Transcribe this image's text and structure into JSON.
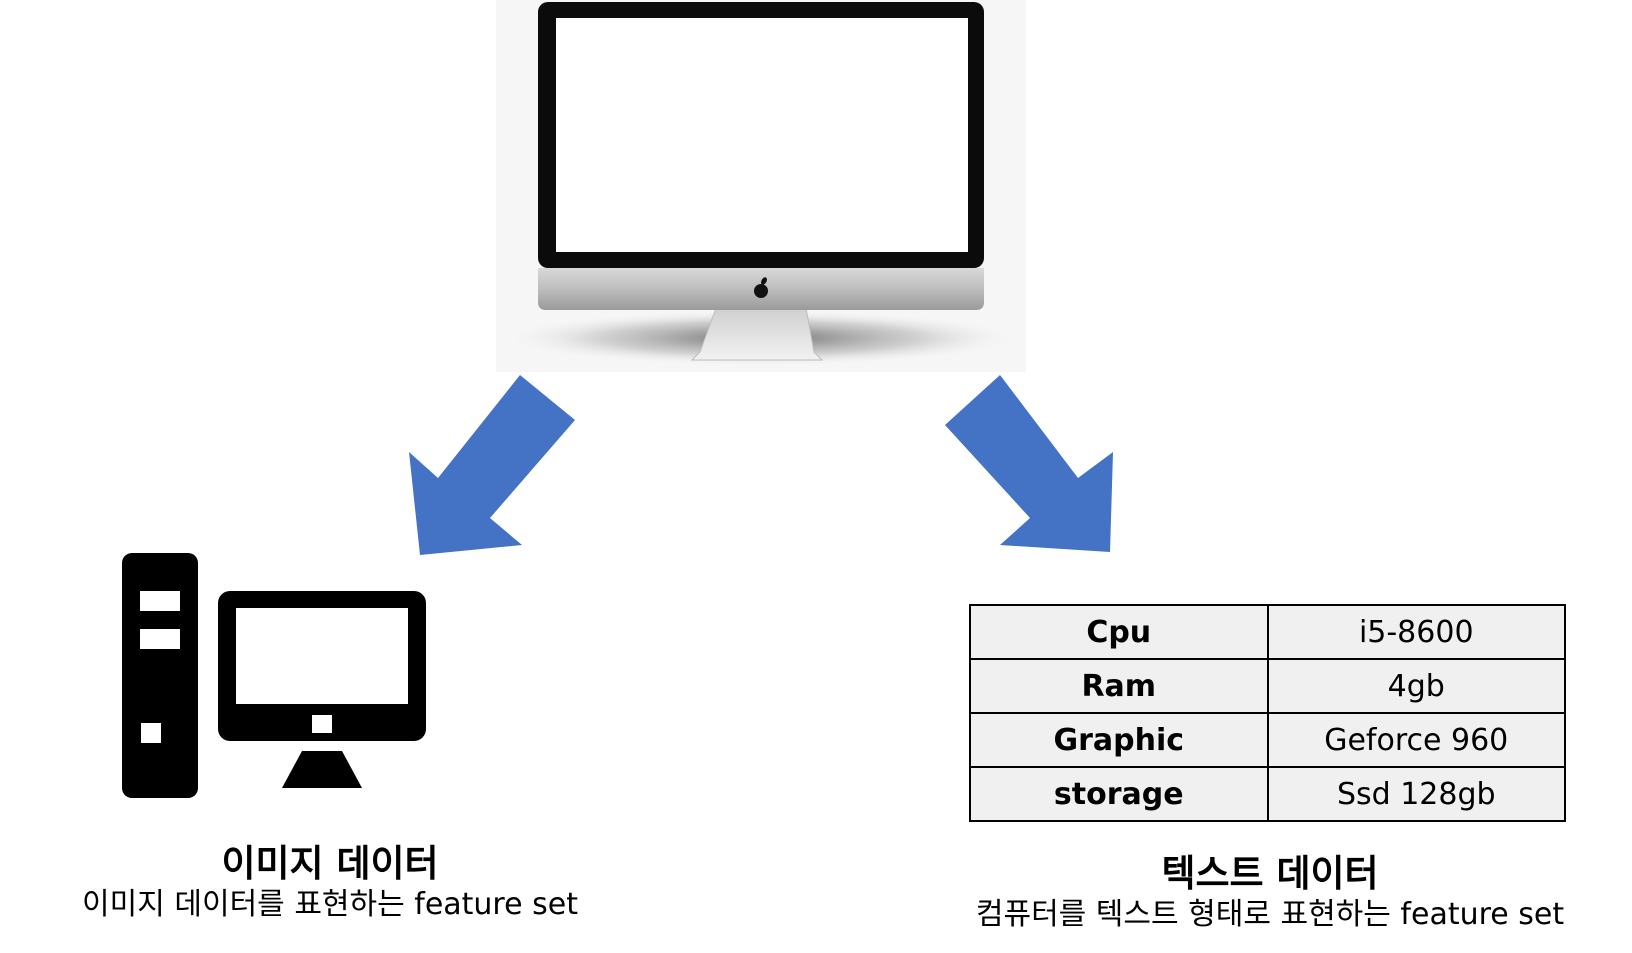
{
  "left": {
    "title": "이미지 데이터",
    "subtitle": "이미지 데이터를 표현하는 feature set"
  },
  "right": {
    "title": "텍스트 데이터",
    "subtitle": "컴퓨터를 텍스트 형태로 표현하는 feature set"
  },
  "table": {
    "rows": [
      {
        "key": "Cpu",
        "value": "i5-8600"
      },
      {
        "key": "Ram",
        "value": "4gb"
      },
      {
        "key": "Graphic",
        "value": "Geforce 960"
      },
      {
        "key": "storage",
        "value": "Ssd 128gb"
      }
    ]
  },
  "colors": {
    "arrow": "#4472c4",
    "table_fill": "#f0f0f0",
    "icon": "#000000"
  },
  "icons": {
    "top": "imac-monitor-photo",
    "left": "desktop-computer-icon",
    "arrows": "arrow-down-icon"
  }
}
